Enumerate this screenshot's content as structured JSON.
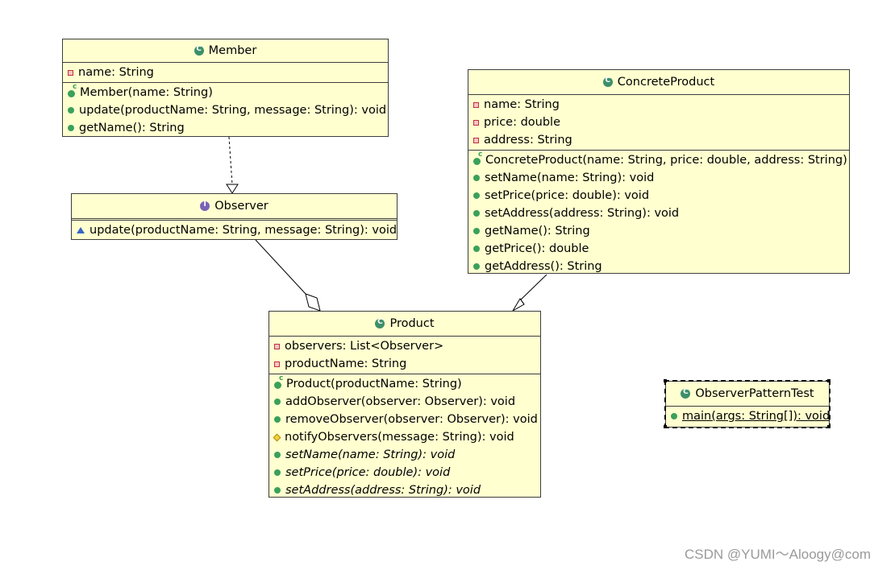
{
  "classes": {
    "member": {
      "name": "Member",
      "fields": [
        {
          "kind": "private",
          "text": "name: String"
        }
      ],
      "methods": [
        {
          "kind": "ctor",
          "text": "Member(name: String)"
        },
        {
          "kind": "public",
          "text": "update(productName: String, message: String): void"
        },
        {
          "kind": "public",
          "text": "getName(): String"
        }
      ]
    },
    "observer": {
      "name": "Observer",
      "stereotype_icon": "interface-icon",
      "methods": [
        {
          "kind": "package",
          "text": "update(productName: String, message: String): void"
        }
      ]
    },
    "concrete_product": {
      "name": "ConcreteProduct",
      "fields": [
        {
          "kind": "private",
          "text": "name: String"
        },
        {
          "kind": "private",
          "text": "price: double"
        },
        {
          "kind": "private",
          "text": "address: String"
        }
      ],
      "methods": [
        {
          "kind": "ctor",
          "text": "ConcreteProduct(name: String, price: double, address: String)"
        },
        {
          "kind": "public",
          "text": "setName(name: String): void"
        },
        {
          "kind": "public",
          "text": "setPrice(price: double): void"
        },
        {
          "kind": "public",
          "text": "setAddress(address: String): void"
        },
        {
          "kind": "public",
          "text": "getName(): String"
        },
        {
          "kind": "public",
          "text": "getPrice(): double"
        },
        {
          "kind": "public",
          "text": "getAddress(): String"
        }
      ]
    },
    "product": {
      "name": "Product",
      "fields": [
        {
          "kind": "private",
          "text": "observers: List<Observer>"
        },
        {
          "kind": "private",
          "text": "productName: String"
        }
      ],
      "methods": [
        {
          "kind": "ctor",
          "text": "Product(productName: String)"
        },
        {
          "kind": "public",
          "text": "addObserver(observer: Observer): void"
        },
        {
          "kind": "public",
          "text": "removeObserver(observer: Observer): void"
        },
        {
          "kind": "protected",
          "text": "notifyObservers(message: String): void"
        },
        {
          "kind": "public",
          "text": "setName(name: String): void",
          "italic": true
        },
        {
          "kind": "public",
          "text": "setPrice(price: double): void",
          "italic": true
        },
        {
          "kind": "public",
          "text": "setAddress(address: String): void",
          "italic": true
        }
      ]
    },
    "observer_pattern_test": {
      "name": "ObserverPatternTest",
      "methods": [
        {
          "kind": "public",
          "text": "main(args: String[]): void",
          "static": true
        }
      ]
    }
  },
  "relations": [
    {
      "from": "Member",
      "to": "Observer",
      "type": "realization"
    },
    {
      "from": "Product",
      "to": "Observer",
      "type": "aggregation"
    },
    {
      "from": "ConcreteProduct",
      "to": "Product",
      "type": "generalization"
    }
  ],
  "colors": {
    "class_fill": "#ffffd0",
    "border": "#3d3d3d",
    "class_icon": "#3d8f6a",
    "interface_icon": "#7a62b6",
    "public_icon": "#3aa05a",
    "private_icon": "#c0303a",
    "protected_icon": "#f2d23a",
    "package_icon": "#3a64c8"
  },
  "watermark": "CSDN @YUMI～Aloogy@com"
}
